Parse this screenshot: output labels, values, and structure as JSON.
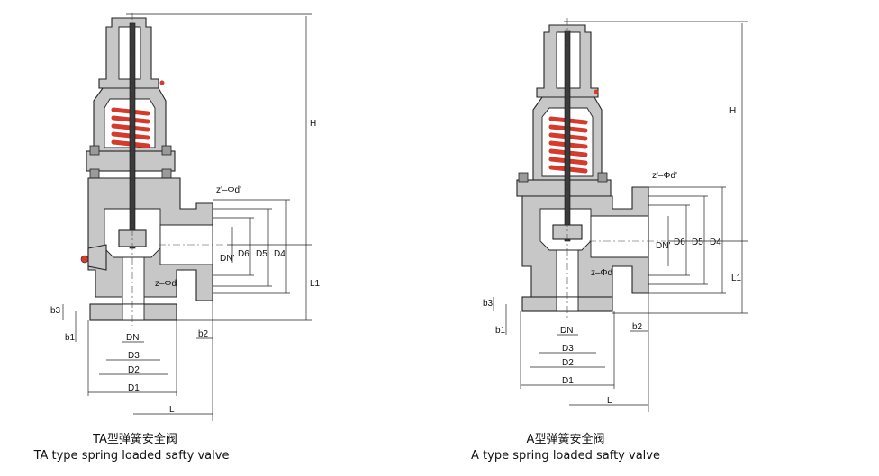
{
  "colors": {
    "spring": "#d63a2c",
    "body": "#c7c7c7",
    "stem": "#3a3a3a",
    "line": "#222222"
  },
  "diagrams": [
    {
      "id": "ta",
      "caption_cn": "TA型弹簧安全阀",
      "caption_en": "TA type spring loaded safty valve",
      "labels": {
        "H": "H",
        "L1": "L1",
        "D4": "D4",
        "D5": "D5",
        "D6": "D6",
        "DNp": "DN'",
        "zd_top": "z'–Φd'",
        "zd_bottom": "z–Φd",
        "b3": "b3",
        "b1": "b1",
        "b2": "b2",
        "DN": "DN",
        "D3": "D3",
        "D2": "D2",
        "D1": "D1",
        "L": "L"
      }
    },
    {
      "id": "a",
      "caption_cn": "A型弹簧安全阀",
      "caption_en": "A type spring loaded safty valve",
      "labels": {
        "H": "H",
        "L1": "L1",
        "D4": "D4",
        "D5": "D5",
        "D6": "D6",
        "DNp": "DN'",
        "zd_top": "z'–Φd'",
        "zd_bottom": "z–Φd",
        "b3": "b3",
        "b1": "b1",
        "b2": "b2",
        "DN": "DN",
        "D3": "D3",
        "D2": "D2",
        "D1": "D1",
        "L": "L"
      }
    }
  ]
}
